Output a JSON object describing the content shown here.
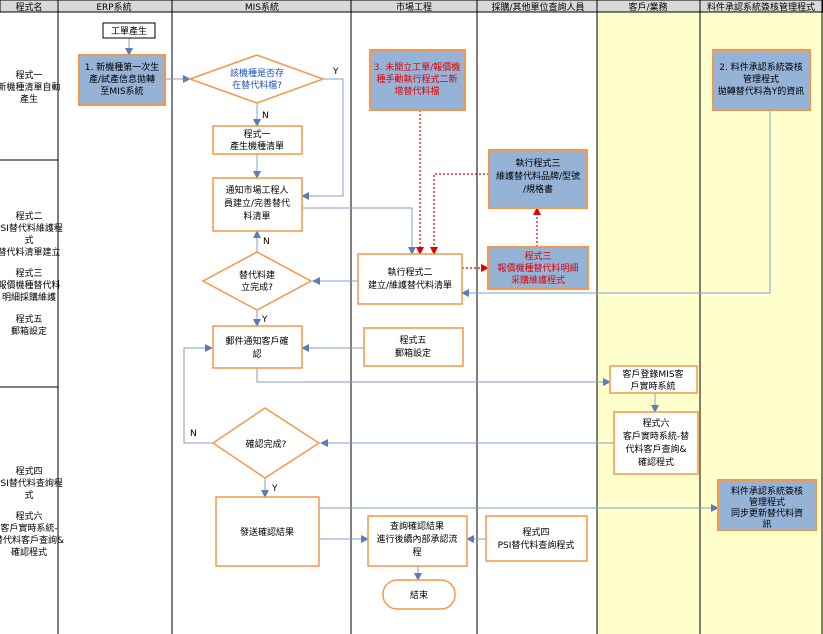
{
  "header": {
    "col0": "程式名",
    "col1": "ERP系統",
    "col2": "MIS系統",
    "col3": "市場工程",
    "col4": "採購/其他單位查詢人員",
    "col5": "客戶/業務",
    "col6": "料件承認系統簽核管理程式"
  },
  "rows": {
    "row1_l1": "程式一",
    "row1_l2": "新機種清單自動",
    "row1_l3": "產生",
    "row2_l1": "程式二",
    "row2_l2": "PSI替代料維護程",
    "row2_l3": "式",
    "row2_l4": "替代料清單建立",
    "row2_l5": "程式三",
    "row2_l6": "報價機種替代料",
    "row2_l7": "明細採購維護",
    "row2_l8": "程式五",
    "row2_l9": "郵箱設定",
    "row3_l1": "程式四",
    "row3_l2": "PSI替代料查詢程",
    "row3_l3": "式",
    "row3_l4": "程式六",
    "row3_l5": "客戶實時系統-",
    "row3_l6": "替代料客戶查詢&",
    "row3_l7": "確認程式"
  },
  "nodes": {
    "erp_start": "工單產生",
    "erp_box_l1": "1. 新機種第一次生",
    "erp_box_l2": "產/試產信息拋轉",
    "erp_box_l3": "至MIS系統",
    "dec1_l1": "該機種是否存",
    "dec1_l2": "在替代料檔?",
    "mis_box1_l1": "程式一",
    "mis_box1_l2": "產生機種清單",
    "mis_box2_l1": "通知市場工程人",
    "mis_box2_l2": "員建立/完善替代",
    "mis_box2_l3": "料清單",
    "dec2_l1": "替代料建",
    "dec2_l2": "立完成?",
    "mis_box3_l1": "郵件通知客戶確",
    "mis_box3_l2": "認",
    "dec3": "確認完成?",
    "mis_box4": "發送確認結果",
    "mkt_box1_l1": "3. 未開立工單/報價機",
    "mkt_box1_l2": "種手動執行程式二新",
    "mkt_box1_l3": "增替代料檔",
    "mkt_box2_l1": "執行程式二",
    "mkt_box2_l2": "建立/維護替代料清單",
    "mkt_box3_l1": "程式五",
    "mkt_box3_l2": "郵箱設定",
    "mkt_box4_l1": "查詢確認結果",
    "mkt_box4_l2": "進行後續內部承認流",
    "mkt_box4_l3": "程",
    "mkt_end": "結束",
    "pur_box1_l1": "執行程式三",
    "pur_box1_l2": "維護替代料品牌/型號",
    "pur_box1_l3": "/規格書",
    "pur_box2_l1": "程式三",
    "pur_box2_l2": "報價機種替代料明細",
    "pur_box2_l3": "采購維護程式",
    "pur_box3_l1": "程式四",
    "pur_box3_l2": "PSI替代料查詢程式",
    "cust_box1_l1": "客戶登錄MIS客",
    "cust_box1_l2": "戶實時系統",
    "cust_box2_l1": "程式六",
    "cust_box2_l2": "客戶實時系統-替",
    "cust_box2_l3": "代料客戶查詢&",
    "cust_box2_l4": "確認程式",
    "appr_box1_l1": "2. 料件承認系統簽核",
    "appr_box1_l2": "管理程式",
    "appr_box1_l3": "拋轉替代料為Y的資訊",
    "appr_box2_l1": "料件承認系統簽核",
    "appr_box2_l2": "管理程式",
    "appr_box2_l3": "同步更新替代料資",
    "appr_box2_l4": "訊"
  },
  "labels": {
    "y1": "Y",
    "n1": "N",
    "n2": "N",
    "y2": "Y",
    "n3": "N",
    "y3": "Y"
  },
  "colors": {
    "header_bg": "#D9D9D9",
    "highlight_fill": "#95B3D7",
    "highlight_border": "#F79646",
    "lane_yellow": "#FFFFCC",
    "connector": "#7F9FCF",
    "red_dotted": "#E00000",
    "decision_text": "#1F4FBF",
    "red_text": "#E00000"
  }
}
